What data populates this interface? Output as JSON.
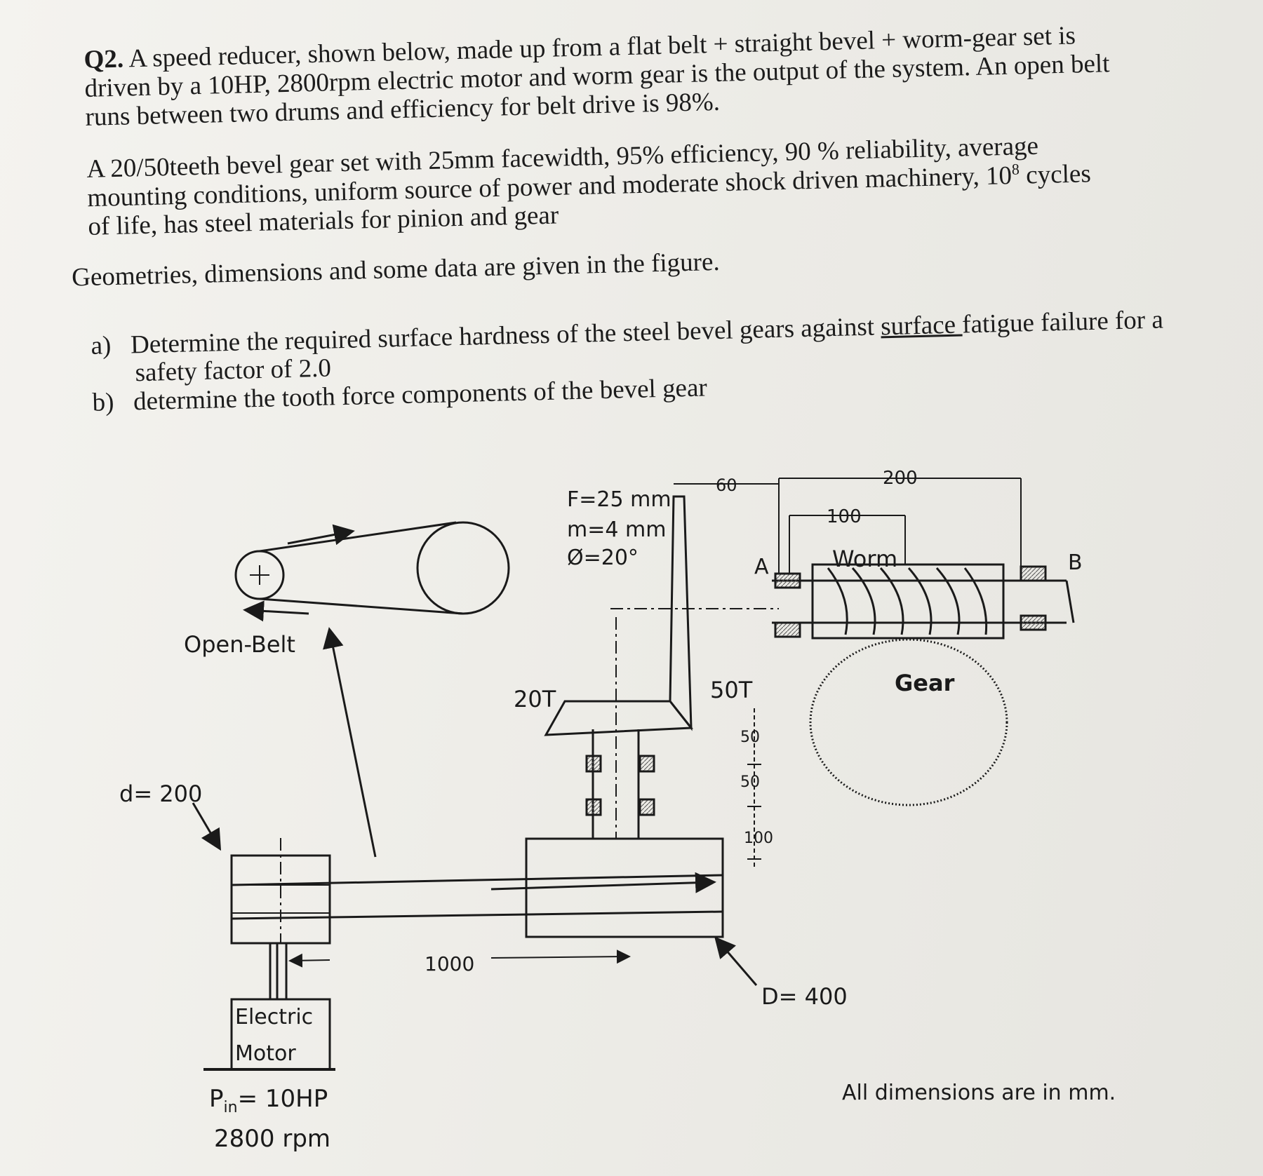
{
  "question": {
    "label": "Q2.",
    "lines": [
      " A speed reducer, shown below, made up from a flat belt + straight bevel + worm-gear set is",
      "driven by a 10HP, 2800rpm electric motor and worm gear is the output of the system.  An open belt",
      "runs between two drums and efficiency for belt drive is 98%."
    ],
    "bevel_lines": [
      "A 20/50teeth bevel gear set with 25mm facewidth, 95% efficiency, 90 % reliability, average",
      "mounting conditions, uniform source of power and moderate shock driven machinery, 10",
      "of life, has steel materials for pinion and gear"
    ],
    "life_exp": "8",
    "life_tail": " cycles",
    "geometry_line": "Geometries, dimensions and some data are given in the figure.",
    "part_a_label": "a)",
    "part_a_pre": "Determine the required ",
    "part_a_underlined": "surface ",
    "part_a_post": "fatigue failure for a",
    "part_a_line2": "safety factor of 2.0",
    "part_a_mid": "surface hardness of the steel bevel gears against ",
    "part_b_label": "b)",
    "part_b": "determine the tooth force components of the bevel gear"
  },
  "figure": {
    "bevel_specs": [
      "F=25 mm",
      "m=4 mm",
      "Ø=20°"
    ],
    "open_belt": "Open-Belt",
    "pinion": "20T",
    "gear_bevel": "50T",
    "small_pulley": "d= 200",
    "large_pulley": "D= 400",
    "dim_1000": "1000",
    "dim_60": "60",
    "dim_200": "200",
    "dim_100_top": "100",
    "dim_50_a": "50",
    "dim_50_b": "50",
    "dim_100_side": "100",
    "bearing_a": "A",
    "bearing_b": "B",
    "worm": "Worm",
    "worm_gear": "Gear",
    "motor_line1": "Electric",
    "motor_line2": "Motor",
    "power_in": "10HP",
    "power_label": "P",
    "power_sub": "in",
    "power_eq": "= ",
    "speed": "2800 rpm",
    "note": "All dimensions are in mm."
  }
}
